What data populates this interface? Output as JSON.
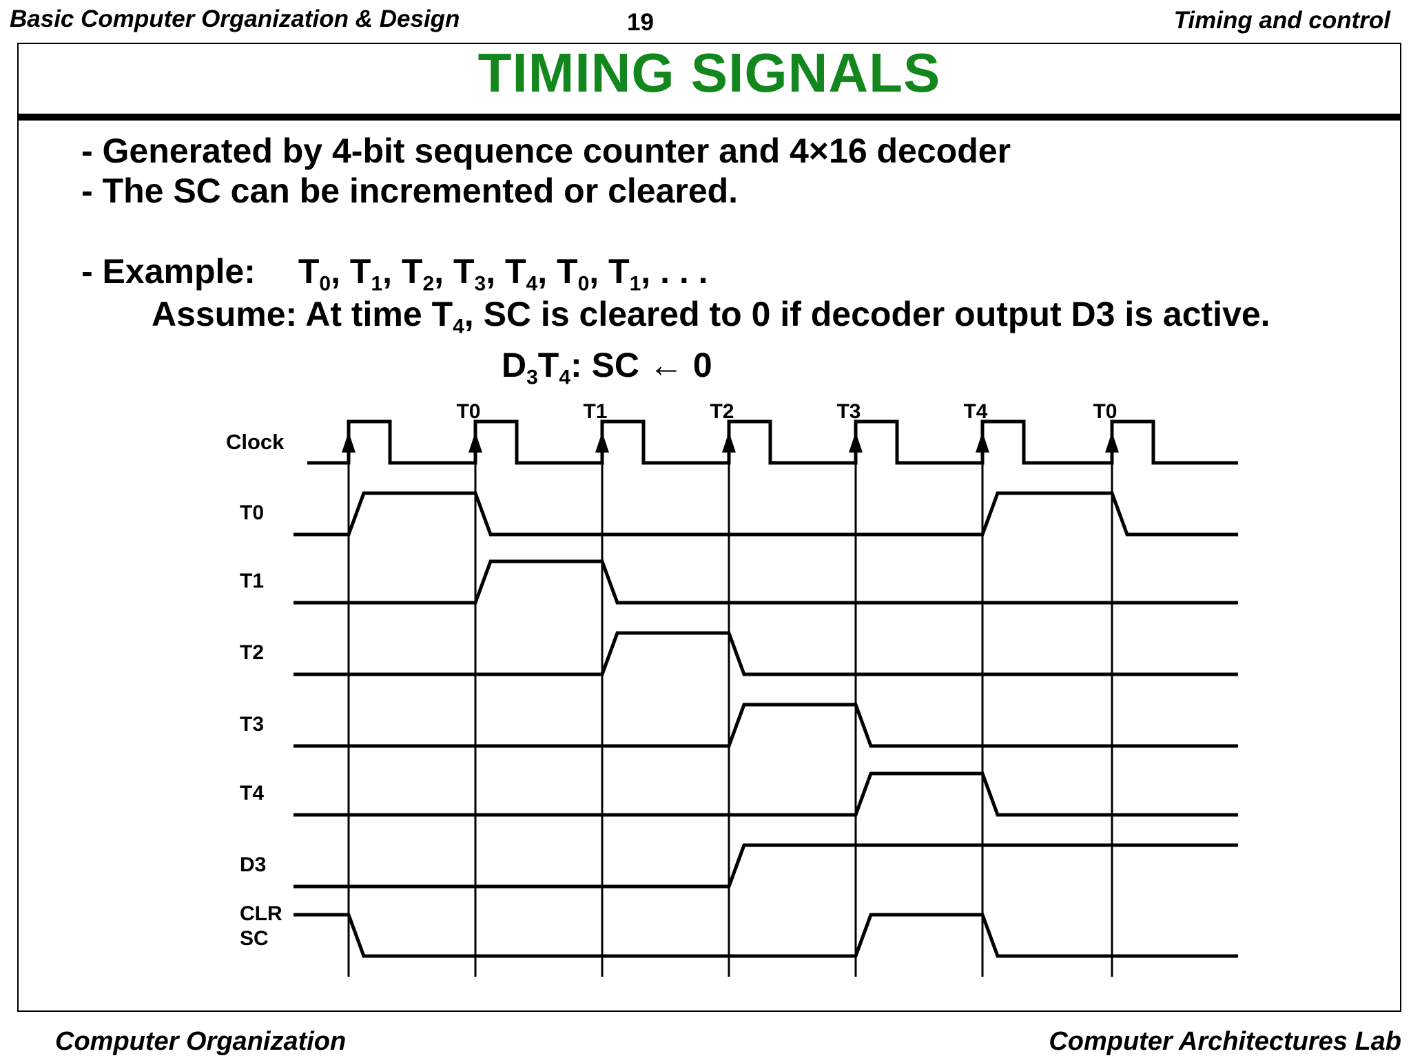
{
  "header": {
    "course": "Basic Computer Organization & Design",
    "page_number": "19",
    "section": "Timing and control"
  },
  "title": "TIMING  SIGNALS",
  "bullets": {
    "line1": "- Generated by 4-bit sequence counter and 4×16 decoder",
    "line2": "- The SC can be incremented or cleared.",
    "example_label": "- Example:",
    "example_sequence": [
      {
        "base": "T",
        "sub": "0"
      },
      {
        "base": "T",
        "sub": "1"
      },
      {
        "base": "T",
        "sub": "2"
      },
      {
        "base": "T",
        "sub": "3"
      },
      {
        "base": "T",
        "sub": "4"
      },
      {
        "base": "T",
        "sub": "0"
      },
      {
        "base": "T",
        "sub": "1"
      }
    ],
    "example_tail": ". . .",
    "assume_prefix": "Assume: At time T",
    "assume_sub": "4",
    "assume_suffix": ", SC is cleared to 0 if decoder output D3 is active.",
    "rule_d": "D",
    "rule_d_sub": "3",
    "rule_t": "T",
    "rule_t_sub": "4",
    "rule_suffix": ": SC ← 0"
  },
  "timing_diagram": {
    "clock_label": "Clock",
    "edge_labels": [
      "T0",
      "T1",
      "T2",
      "T3",
      "T4",
      "T0"
    ],
    "signals": [
      {
        "name": "T0",
        "high_during_periods": [
          0,
          5
        ]
      },
      {
        "name": "T1",
        "high_during_periods": [
          1
        ]
      },
      {
        "name": "T2",
        "high_during_periods": [
          2
        ]
      },
      {
        "name": "T3",
        "high_during_periods": [
          3
        ]
      },
      {
        "name": "T4",
        "high_during_periods": [
          4
        ]
      },
      {
        "name": "D3",
        "high_during_periods": [
          3,
          4,
          5,
          6
        ]
      },
      {
        "name": "CLR\nSC",
        "high_during_periods": [
          -1,
          4
        ]
      }
    ],
    "line_color": "#000000"
  },
  "footer": {
    "left": "Computer Organization",
    "right": "Computer Architectures Lab"
  }
}
